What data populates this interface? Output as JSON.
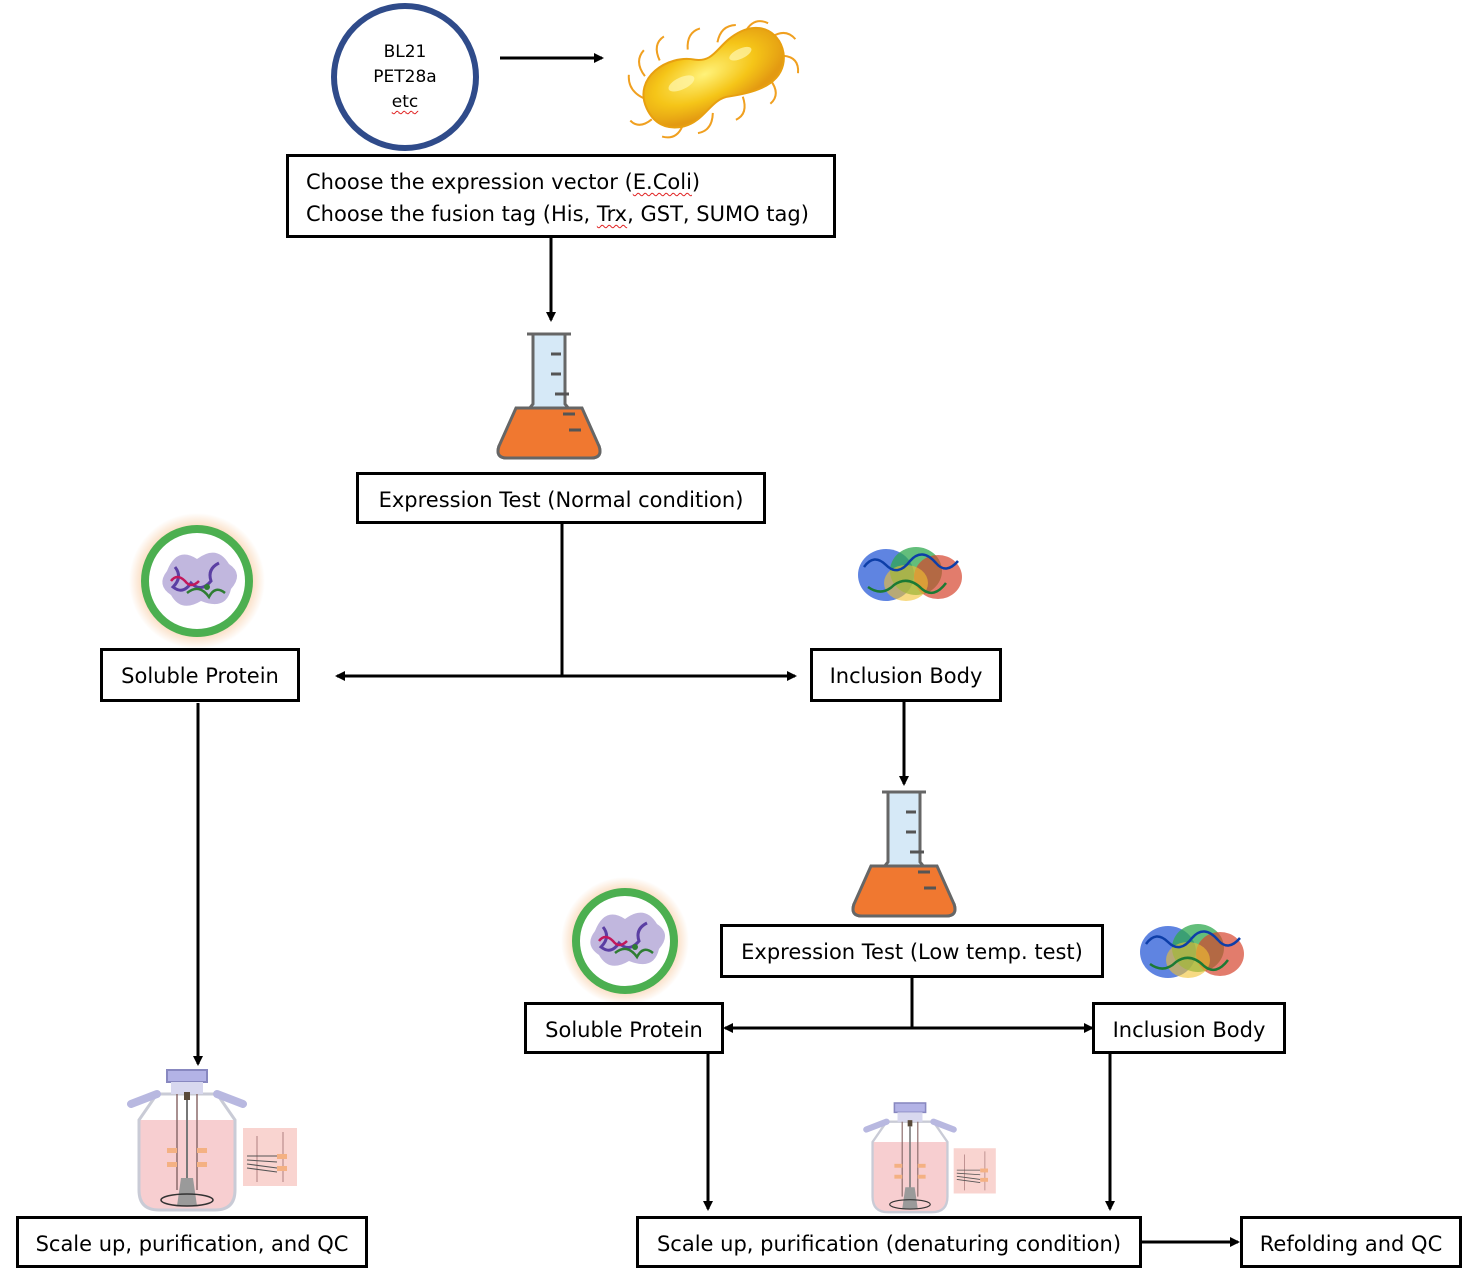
{
  "vector_circle": {
    "lines": [
      "BL21",
      "PET28a",
      "etc"
    ]
  },
  "nodes": {
    "choose": {
      "line1_prefix": "Choose the expression vector (",
      "line1_mark": "E.Coli",
      "line1_suffix": ")",
      "line2_prefix": "Choose the fusion tag (His, ",
      "line2_mark": "Trx",
      "line2_suffix": ", GST, SUMO tag)"
    },
    "expr_normal": "Expression Test (Normal condition)",
    "soluble_1": "Soluble Protein",
    "inclusion_1": "Inclusion Body",
    "expr_low": "Expression Test (Low temp. test)",
    "soluble_2": "Soluble Protein",
    "inclusion_2": "Inclusion Body",
    "scale_up_qc": "Scale up, purification, and QC",
    "scale_up_denat": "Scale up, purification (denaturing condition)",
    "refolding": "Refolding and QC"
  },
  "colors": {
    "circle_blue": "#2f4b8a",
    "flask_liquid": "#f07830",
    "flask_glass": "#d6e9f7",
    "soluble_ring": "#4caf50",
    "glow": "#f7c79a",
    "bacterium": "#f5c518",
    "bioreactor_liquid": "#f6c6c8"
  },
  "icons": [
    "bacterium-icon",
    "flask-icon",
    "soluble-protein-icon",
    "inclusion-body-icon",
    "bioreactor-icon"
  ]
}
